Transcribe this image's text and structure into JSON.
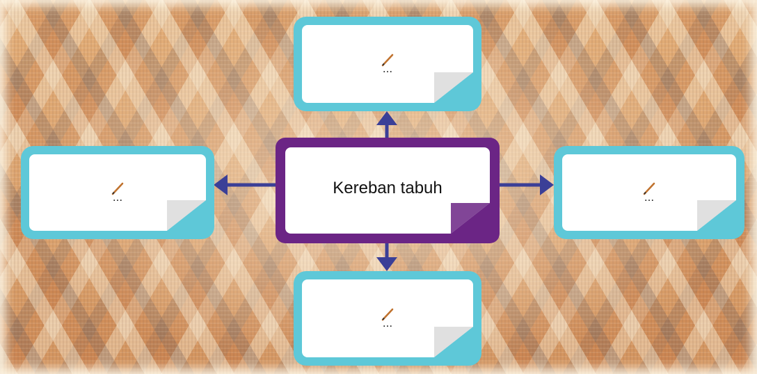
{
  "center": {
    "label": "Kereban tabuh"
  },
  "branches": [
    {
      "id": "top",
      "placeholder": "..."
    },
    {
      "id": "left",
      "placeholder": "..."
    },
    {
      "id": "right",
      "placeholder": "..."
    },
    {
      "id": "bottom",
      "placeholder": "..."
    }
  ],
  "colors": {
    "central_border": "#6b2585",
    "branch_border": "#5ec8d8",
    "arrow": "#3b3f97",
    "background": "#d9a06a"
  },
  "icons": {
    "branch_icon": "pencil-icon"
  }
}
